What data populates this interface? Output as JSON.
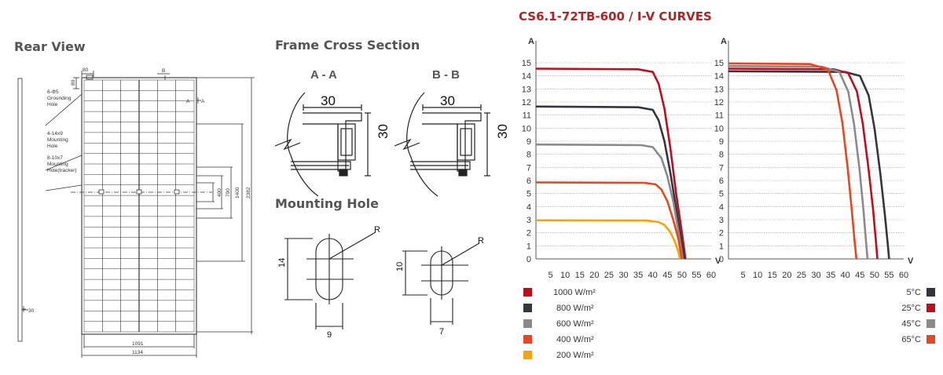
{
  "sections": {
    "rear_view": "Rear View",
    "frame_cross_section": "Frame Cross Section",
    "mounting_hole": "Mounting Hole"
  },
  "rear_view": {
    "dim_80_top": "80",
    "dim_80_side": "80",
    "label_b": "B",
    "label_a1": "A",
    "label_a2": "A",
    "grounding_l1": "6-Φ5",
    "grounding_l2": "Grounding",
    "grounding_l3": "Hole",
    "mounting_l1": "4-14x9",
    "mounting_l2": "Mounting",
    "mounting_l3": "Hole",
    "tracker_l1": "8-10x7",
    "tracker_l2": "Mounting",
    "tracker_l3": "Hole(tracker)",
    "dim_400": "400",
    "dim_790": "790",
    "dim_1400": "1400",
    "dim_2382": "2382",
    "dim_1091": "1091",
    "dim_1134": "1134",
    "dim_30": "30"
  },
  "cross_section": {
    "aa_title": "A - A",
    "bb_title": "B - B",
    "aa_width": "30",
    "aa_height": "30",
    "bb_width": "30",
    "bb_height": "30"
  },
  "mounting_hole": {
    "left_r": "R",
    "left_h": "14",
    "left_w": "9",
    "right_r": "R",
    "right_h": "10",
    "right_w": "7"
  },
  "chart_title": "CS6.1-72TB-600 / I-V CURVES",
  "chart_data": [
    {
      "type": "line",
      "y_axis_label": "A",
      "x_axis_label": "V",
      "ylim": [
        0,
        15
      ],
      "xlim": [
        0,
        60
      ],
      "y_ticks": [
        "0",
        "1",
        "2",
        "3",
        "4",
        "5",
        "6",
        "7",
        "8",
        "9",
        "10",
        "11",
        "12",
        "13",
        "14",
        "15"
      ],
      "x_ticks": [
        "5",
        "10",
        "15",
        "20",
        "25",
        "30",
        "35",
        "40",
        "45",
        "50",
        "55",
        "60"
      ],
      "grid": "dotted horizontal",
      "series": [
        {
          "name": "1000 W/m²",
          "color": "#c00d1e",
          "points": [
            [
              0,
              14.55
            ],
            [
              35,
              14.5
            ],
            [
              40,
              14.3
            ],
            [
              42,
              13.4
            ],
            [
              44,
              11.5
            ],
            [
              46,
              8.5
            ],
            [
              48,
              5.0
            ],
            [
              50,
              2.0
            ],
            [
              51.2,
              0
            ]
          ]
        },
        {
          "name": "800 W/m²",
          "color": "#33363d",
          "points": [
            [
              0,
              11.65
            ],
            [
              35,
              11.6
            ],
            [
              40,
              11.4
            ],
            [
              42,
              10.6
            ],
            [
              44,
              9.0
            ],
            [
              46,
              6.6
            ],
            [
              48,
              3.9
            ],
            [
              49.8,
              1.3
            ],
            [
              50.8,
              0
            ]
          ]
        },
        {
          "name": "600 W/m²",
          "color": "#8a8a8a",
          "points": [
            [
              0,
              8.75
            ],
            [
              36,
              8.7
            ],
            [
              40,
              8.55
            ],
            [
              43,
              7.7
            ],
            [
              45,
              6.3
            ],
            [
              47,
              4.4
            ],
            [
              48.8,
              2.1
            ],
            [
              50.3,
              0
            ]
          ]
        },
        {
          "name": "400 W/m²",
          "color": "#e8461e",
          "points": [
            [
              0,
              5.85
            ],
            [
              37,
              5.82
            ],
            [
              41,
              5.7
            ],
            [
              43,
              5.3
            ],
            [
              45,
              4.4
            ],
            [
              47,
              3.0
            ],
            [
              48.8,
              1.5
            ],
            [
              49.9,
              0
            ]
          ]
        },
        {
          "name": "200 W/m²",
          "color": "#f5a30a",
          "points": [
            [
              0,
              2.95
            ],
            [
              38,
              2.93
            ],
            [
              42,
              2.82
            ],
            [
              44,
              2.6
            ],
            [
              46,
              2.05
            ],
            [
              47.5,
              1.35
            ],
            [
              48.7,
              0.6
            ],
            [
              49.3,
              0
            ]
          ]
        }
      ]
    },
    {
      "type": "line",
      "y_axis_label": "A",
      "x_axis_label": "V",
      "ylim": [
        0,
        15
      ],
      "xlim": [
        0,
        60
      ],
      "y_ticks": [
        "0",
        "1",
        "2",
        "3",
        "4",
        "5",
        "6",
        "7",
        "8",
        "9",
        "10",
        "11",
        "12",
        "13",
        "14",
        "15"
      ],
      "x_ticks": [
        "5",
        "10",
        "15",
        "20",
        "25",
        "30",
        "35",
        "40",
        "45",
        "50",
        "55",
        "60"
      ],
      "grid": "dotted horizontal",
      "series": [
        {
          "name": "5°C",
          "color": "#33363d",
          "points": [
            [
              0,
              14.35
            ],
            [
              40,
              14.3
            ],
            [
              45,
              14.0
            ],
            [
              48,
              12.5
            ],
            [
              50,
              10.0
            ],
            [
              52,
              6.5
            ],
            [
              53.5,
              3.5
            ],
            [
              54.5,
              1.2
            ],
            [
              55,
              0
            ]
          ]
        },
        {
          "name": "25°C",
          "color": "#c00d1e",
          "points": [
            [
              0,
              14.55
            ],
            [
              36,
              14.5
            ],
            [
              41,
              14.2
            ],
            [
              44,
              12.8
            ],
            [
              46,
              10.3
            ],
            [
              48,
              6.8
            ],
            [
              49.5,
              3.8
            ],
            [
              50.5,
              1.3
            ],
            [
              51,
              0
            ]
          ]
        },
        {
          "name": "45°C",
          "color": "#8a8a8a",
          "points": [
            [
              0,
              14.75
            ],
            [
              32,
              14.7
            ],
            [
              38,
              14.3
            ],
            [
              41,
              12.8
            ],
            [
              43,
              10.3
            ],
            [
              44.8,
              7.0
            ],
            [
              46.2,
              3.8
            ],
            [
              47.1,
              1.3
            ],
            [
              47.6,
              0
            ]
          ]
        },
        {
          "name": "65°C",
          "color": "#e8461e",
          "points": [
            [
              0,
              14.95
            ],
            [
              28,
              14.9
            ],
            [
              34,
              14.5
            ],
            [
              37,
              12.9
            ],
            [
              39,
              10.4
            ],
            [
              40.8,
              7.0
            ],
            [
              42.2,
              3.8
            ],
            [
              43.2,
              1.3
            ],
            [
              43.8,
              0
            ]
          ]
        }
      ]
    }
  ],
  "legends": {
    "irradiance": [
      "1000 W/m²",
      "800 W/m²",
      "600 W/m²",
      "400 W/m²",
      "200 W/m²"
    ],
    "temperature": [
      "5°C",
      "25°C",
      "45°C",
      "65°C"
    ]
  }
}
